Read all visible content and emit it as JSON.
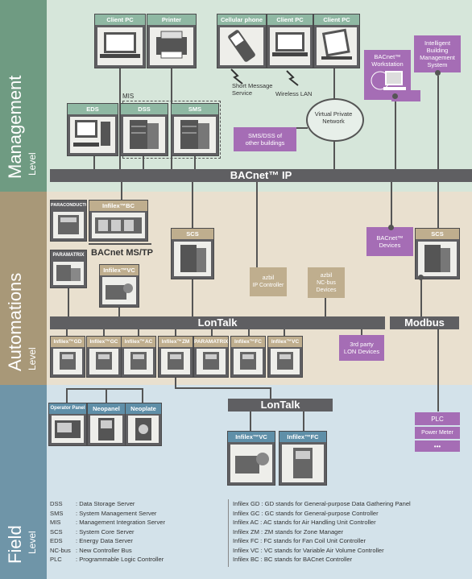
{
  "levels": {
    "management": "Management",
    "automations": "Automations",
    "field": "Field",
    "suffix": "Level"
  },
  "buses": {
    "bacnet_ip": "BACnet™ IP",
    "bacnet_mstp": "BACnet MS/TP",
    "lontalk_top": "LonTalk",
    "modbus": "Modbus",
    "lontalk_field": "LonTalk"
  },
  "management": {
    "client_pc_1": "Client PC",
    "printer": "Printer",
    "cellular_phone": "Cellular phone",
    "client_pc_2": "Client PC",
    "client_pc_3": "Client PC",
    "eds": "EDS",
    "dss": "DSS",
    "sms": "SMS",
    "mis": "MIS",
    "short_message": "Short Message\nService",
    "wireless_lan": "Wireless LAN",
    "vpn": "Virtual Private\nNetwork",
    "sms_dss_other": "SMS/DSS of\nother buildings",
    "bacnet_workstation": "BACnet™\nWorkstation",
    "ibms": "Intelligent\nBuilding\nManagement\nSystem"
  },
  "automation": {
    "paraconductor": "PARACONDUCTOR",
    "infilex_bc": "Infilex™BC",
    "paramatrix": "PARAMATRIX",
    "infilex_vc": "Infilex™VC",
    "scs_1": "SCS",
    "azbil_ip": "azbil\nIP Controller",
    "azbil_nc": "azbil\nNC-bus\nDevices",
    "bacnet_devices": "BACnet™\nDevices",
    "scs_2": "SCS",
    "third_party": "3rd party\nLON Devices",
    "lon_row": [
      "Infilex™GD",
      "Infilex™GC",
      "Infilex™AC",
      "Infilex™ZM",
      "PARAMATRIX™",
      "Infilex™FC",
      "Infilex™VC"
    ]
  },
  "field": {
    "operator_panel": "Operator Panel",
    "neopanel": "Neopanel",
    "neoplate": "Neoplate",
    "infilex_vc": "Infilex™VC",
    "infilex_fc": "Infilex™FC",
    "plc": "PLC",
    "power_meter": "Power Meter",
    "more": "•••"
  },
  "legend_left": [
    {
      "abbr": "DSS",
      "desc": ": Data Storage Server"
    },
    {
      "abbr": "SMS",
      "desc": ": System Management Server"
    },
    {
      "abbr": "MIS",
      "desc": ": Management Integration Server"
    },
    {
      "abbr": "SCS",
      "desc": ": System Core Server"
    },
    {
      "abbr": "EDS",
      "desc": ": Energy Data Server"
    },
    {
      "abbr": "NC-bus",
      "desc": ": New Controller Bus"
    },
    {
      "abbr": "PLC",
      "desc": ": Programmable Logic Controller"
    }
  ],
  "legend_right": [
    "Infilex GD : GD stands for General-purpose Data Gathering Panel",
    "Infilex GC : GC stands for General-purpose Controller",
    "Infilex AC : AC stands for Air Handling Unit Controller",
    "Infilex ZM : ZM stands for Zone Manager",
    "Infilex FC : FC stands for Fan Coil Unit Controller",
    "Infilex VC : VC stands for Variable Air Volume Controller",
    "Infilex BC : BC stands for BACnet Controller"
  ],
  "colors": {
    "management_bg": "#d6e6da",
    "automation_bg": "#e9e0cf",
    "field_bg": "#d3e2ea",
    "management_side": "#6f9b82",
    "automation_side": "#a89878",
    "field_side": "#6f95a8",
    "purple": "#a56db5",
    "bus": "#5f5f62"
  }
}
